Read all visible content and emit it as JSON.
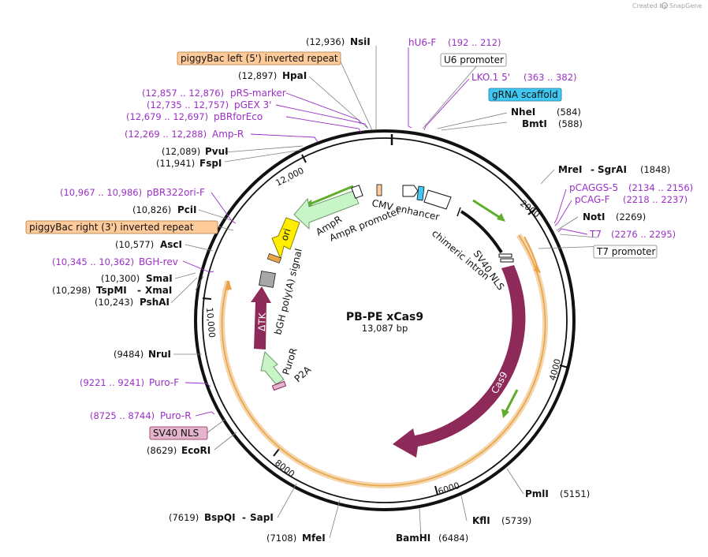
{
  "brand": {
    "created_by": "Created by",
    "app": "SnapGene"
  },
  "plasmid": {
    "name": "PB-PE xCas9",
    "size": "13,087 bp"
  },
  "ruler_ticks": [
    "2000",
    "4000",
    "6000",
    "8000",
    "10,000",
    "12,000"
  ],
  "enzymes": {
    "nsii": {
      "pos": "(12,936)",
      "name": "NsiI"
    },
    "hpai": {
      "pos": "(12,897)",
      "name": "HpaI"
    },
    "pvui": {
      "pos": "(12,089)",
      "name": "PvuI"
    },
    "fspi": {
      "pos": "(11,941)",
      "name": "FspI"
    },
    "pcii": {
      "pos": "(10,826)",
      "name": "PciI"
    },
    "asci": {
      "pos": "(10,577)",
      "name": "AscI"
    },
    "smai": {
      "pos": "(10,300)",
      "name": "SmaI"
    },
    "tspmi": {
      "pos": "(10,298)",
      "name": "TspMI",
      "alias": "XmaI"
    },
    "pshai": {
      "pos": "(10,243)",
      "name": "PshAI"
    },
    "nrui": {
      "pos": "(9484)",
      "name": "NruI"
    },
    "ecori": {
      "pos": "(8629)",
      "name": "EcoRI"
    },
    "bspqi": {
      "pos": "(7619)",
      "name": "BspQI",
      "alias": "SapI"
    },
    "mfei": {
      "pos": "(7108)",
      "name": "MfeI"
    },
    "bamhi": {
      "pos": "(6484)",
      "name": "BamHI"
    },
    "kfli": {
      "pos": "(5739)",
      "name": "KflI"
    },
    "pmli": {
      "pos": "(5151)",
      "name": "PmlI"
    },
    "nhei": {
      "pos": "(584)",
      "name": "NheI"
    },
    "bmti": {
      "pos": "(588)",
      "name": "BmtI"
    },
    "mrei": {
      "pos": "(1848)",
      "name": "MreI",
      "alias": "SgrAI"
    },
    "noti": {
      "pos": "(2269)",
      "name": "NotI"
    }
  },
  "primers": {
    "hu6f": {
      "name": "hU6-F",
      "range": "(192 .. 212)"
    },
    "lko1": {
      "name": "LKO.1 5'",
      "range": "(363 .. 382)"
    },
    "pcaggs5": {
      "name": "pCAGGS-5",
      "range": "(2134 .. 2156)"
    },
    "pcagf": {
      "name": "pCAG-F",
      "range": "(2218 .. 2237)"
    },
    "t7": {
      "name": "T7",
      "range": "(2276 .. 2295)"
    },
    "prsmarker": {
      "name": "pRS-marker",
      "range": "(12,857 .. 12,876)"
    },
    "pgex3": {
      "name": "pGEX 3'",
      "range": "(12,735 .. 12,757)"
    },
    "pbrforeco": {
      "name": "pBRforEco",
      "range": "(12,679 .. 12,697)"
    },
    "ampr": {
      "name": "Amp-R",
      "range": "(12,269 .. 12,288)"
    },
    "pbr322ori": {
      "name": "pBR322ori-F",
      "range": "(10,967 .. 10,986)"
    },
    "bghrev": {
      "name": "BGH-rev",
      "range": "(10,345 .. 10,362)"
    },
    "purof": {
      "name": "Puro-F",
      "range": "(9221 .. 9241)"
    },
    "puror": {
      "name": "Puro-R",
      "range": "(8725 .. 8744)"
    }
  },
  "boxed_features": {
    "pb_left": "piggyBac left (5') inverted repeat",
    "pb_right": "piggyBac right (3') inverted repeat",
    "u6": "U6 promoter",
    "grna": "gRNA scaffold",
    "t7prom": "T7 promoter",
    "sv40nls_out": "SV40 NLS"
  },
  "inner_features": {
    "cmv": "CMV enhancer",
    "chimeric": "chimeric intron",
    "sv40nls": "SV40 NLS",
    "cas9": "Cas9",
    "ampr": "AmpR",
    "amprprom": "AmpR promoter",
    "ori": "ori",
    "bgh": "bGH poly(A) signal",
    "dtk": "ΔTK",
    "puror": "PuroR",
    "p2a": "P2A"
  },
  "colors": {
    "backbone": "#000000",
    "cas9": "#8e2a5a",
    "orf_light": "#c8f5c8",
    "orf_light_stroke": "#6c9a6c",
    "ori": "#ffee00",
    "orange_feature": "#e8a447",
    "pb_box": "#ffcb9a",
    "grna_box": "#3fc9f2",
    "nls_box": "#e3b5cc",
    "primer": "#9b2fc7",
    "green_arrow": "#5fae2b"
  }
}
